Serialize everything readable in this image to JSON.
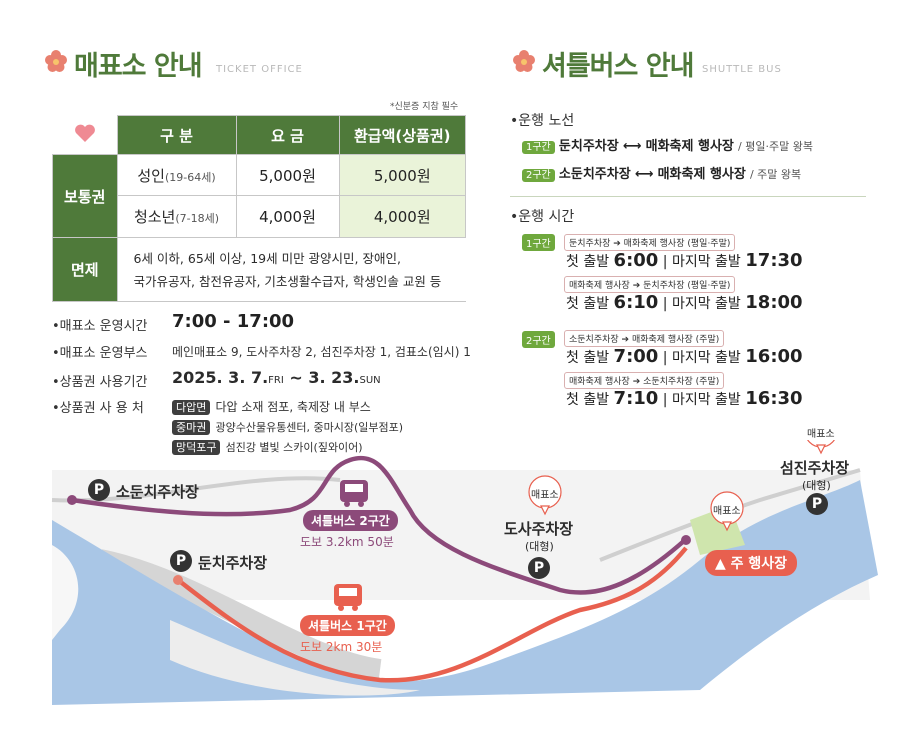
{
  "ticket_office": {
    "title": "매표소 안내",
    "subtitle": "TICKET OFFICE",
    "id_note": "*신분증 지참 필수",
    "headers": [
      "구 분",
      "요 금",
      "환급액(상품권)"
    ],
    "heart_icon": "heart-icon",
    "regular_label": "보통권",
    "rows": [
      {
        "name": "성인",
        "age": "(19-64세)",
        "price": "5,000원",
        "refund": "5,000원"
      },
      {
        "name": "청소년",
        "age": "(7-18세)",
        "price": "4,000원",
        "refund": "4,000원"
      }
    ],
    "exempt_label": "면제",
    "exempt_text_1": "6세 이하, 65세 이상, 19세 미만 광양시민, 장애인,",
    "exempt_text_2": "국가유공자, 참전유공자, 기초생활수급자, 학생인솔 교원 등",
    "hours_label": "•매표소 운영시간",
    "hours_value": "7:00 - 17:00",
    "booths_label": "•매표소 운영부스",
    "booths_value": "메인매표소 9, 도사주차장 2, 섬진주차장 1, 검표소(임시) 1",
    "voucher_period_label": "•상품권 사용기간",
    "voucher_period_start": "2025. 3. 7.",
    "voucher_period_fri": "FRI",
    "voucher_period_sep": " ~ ",
    "voucher_period_end": "3. 23.",
    "voucher_period_sun": "SUN",
    "voucher_place_label": "•상품권 사 용 처",
    "places": [
      {
        "tag": "다압면",
        "text": "다압 소재 점포, 축제장 내 부스"
      },
      {
        "tag": "중마권",
        "text": "광양수산물유통센터, 중마시장(일부점포)"
      },
      {
        "tag": "망덕포구",
        "text": "섬진강 별빛 스카이(짚와이어)"
      }
    ]
  },
  "shuttle": {
    "title": "셔틀버스 안내",
    "subtitle": "SHUTTLE BUS",
    "routes_heading": "•운행 노선",
    "routes": [
      {
        "tag": "1구간",
        "from": "둔치주차장",
        "to": "매화축제 행사장",
        "note": "/ 평일·주말 왕복"
      },
      {
        "tag": "2구간",
        "from": "소둔치주차장",
        "to": "매화축제 행사장",
        "note": "/ 주말 왕복"
      }
    ],
    "times_heading": "•운행 시간",
    "first_label": "첫 출발",
    "last_label": "마지막 출발",
    "sections": [
      {
        "tag": "1구간",
        "legs": [
          {
            "from": "둔치주차장",
            "to": "매화축제 행사장",
            "days": "(평일·주말)",
            "first": "6:00",
            "last": "17:30"
          },
          {
            "from": "매화축제 행사장",
            "to": "둔치주차장",
            "days": "(평일·주말)",
            "first": "6:10",
            "last": "18:00"
          }
        ]
      },
      {
        "tag": "2구간",
        "legs": [
          {
            "from": "소둔치주차장",
            "to": "매화축제 행사장",
            "days": "(주말)",
            "first": "7:00",
            "last": "16:00"
          },
          {
            "from": "매화축제 행사장",
            "to": "소둔치주차장",
            "days": "(주말)",
            "first": "7:10",
            "last": "16:30"
          }
        ]
      }
    ]
  },
  "map": {
    "soduntchi": "소둔치주차장",
    "dunchi": "둔치주차장",
    "dosa": "도사주차장",
    "dosa_size": "(대형)",
    "seomjin": "섬진주차장",
    "seomjin_size": "(대형)",
    "ticket_bubble": "매표소",
    "venue": "주 행사장",
    "parking_symbol": "P",
    "bus2_label": "셔틀버스 2구간",
    "bus2_walk": "도보 3.2km 50분",
    "bus1_label": "셔틀버스 1구간",
    "bus1_walk": "도보 2km 30분",
    "colors": {
      "route1": "#e8604f",
      "route2": "#8c4a7a",
      "river": "#a9c6e6",
      "green": "#4f7a3a"
    }
  }
}
